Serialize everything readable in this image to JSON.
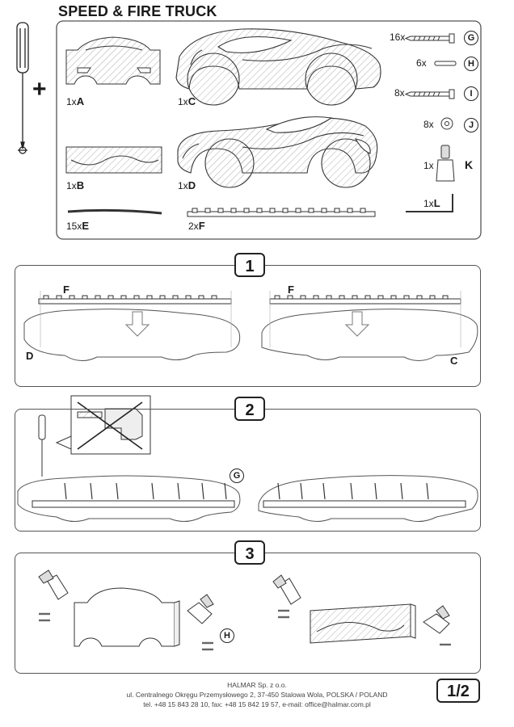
{
  "header": {
    "title": "SPEED & FIRE TRUCK"
  },
  "parts": [
    {
      "qty": "1x",
      "code": "A"
    },
    {
      "qty": "1x",
      "code": "B"
    },
    {
      "qty": "1x",
      "code": "C"
    },
    {
      "qty": "1x",
      "code": "D"
    },
    {
      "qty": "15x",
      "code": "E"
    },
    {
      "qty": "2x",
      "code": "F"
    }
  ],
  "hardware": [
    {
      "qty": "16x",
      "code": "G"
    },
    {
      "qty": "6x",
      "code": "H"
    },
    {
      "qty": "8x",
      "code": "I"
    },
    {
      "qty": "8x",
      "code": "J"
    },
    {
      "qty": "1x",
      "code": "K"
    },
    {
      "qty": "1x",
      "code": "L"
    }
  ],
  "plus_sign": "+",
  "steps": [
    {
      "number": "1",
      "labels": [
        "F",
        "D",
        "F",
        "C"
      ]
    },
    {
      "number": "2",
      "labels": [
        "G"
      ]
    },
    {
      "number": "3",
      "labels": [
        "H"
      ]
    }
  ],
  "footer": {
    "company": "HALMAR Sp. z o.o.",
    "address": "ul. Centralnego Okręgu Przemysłowego 2, 37-450 Stalowa Wola, POLSKA / POLAND",
    "contact": "tel. +48 15 843 28 10, fax: +48 15 842 19 57, e-mail: office@halmar.com.pl"
  },
  "page": "1/2"
}
